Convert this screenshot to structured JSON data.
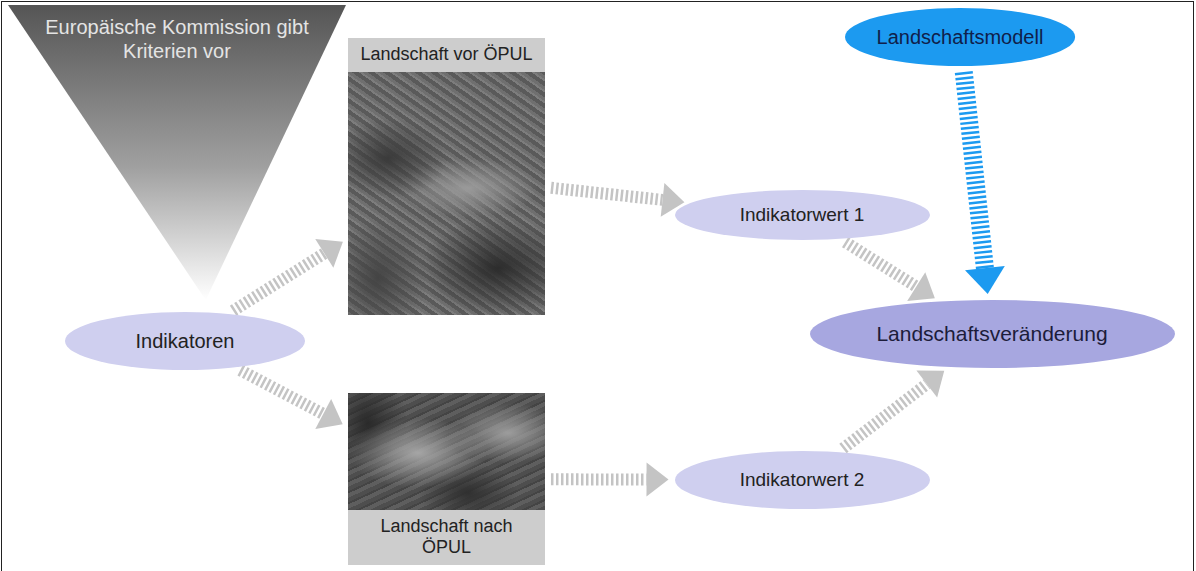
{
  "diagram": {
    "nodes": [
      {
        "text": [
          "Europäische Kommission gibt Kriterien vor"
        ]
      },
      {
        "text": [
          "Indikatoren"
        ]
      },
      {
        "text": [
          "Landschaft vor ÖPUL"
        ]
      },
      {
        "text": [
          "Landschaft nach ÖPUL"
        ]
      },
      {
        "text": [
          "Indikatorwert 1"
        ]
      },
      {
        "text": [
          "Indikatorwert 2"
        ]
      },
      {
        "text": [
          "Landschaftsmodell"
        ]
      },
      {
        "text": [
          "Landschaftsveränderung"
        ]
      }
    ],
    "edges": [
      {
        "from": 1,
        "to": 2,
        "arrow": "to"
      },
      {
        "from": 1,
        "to": 3,
        "arrow": "to"
      },
      {
        "from": 2,
        "to": 4,
        "arrow": "to"
      },
      {
        "from": 3,
        "to": 5,
        "arrow": "to"
      },
      {
        "from": 4,
        "to": 7,
        "arrow": "to"
      },
      {
        "from": 5,
        "to": 7,
        "arrow": "to"
      },
      {
        "from": 6,
        "to": 7,
        "arrow": "to"
      }
    ]
  }
}
